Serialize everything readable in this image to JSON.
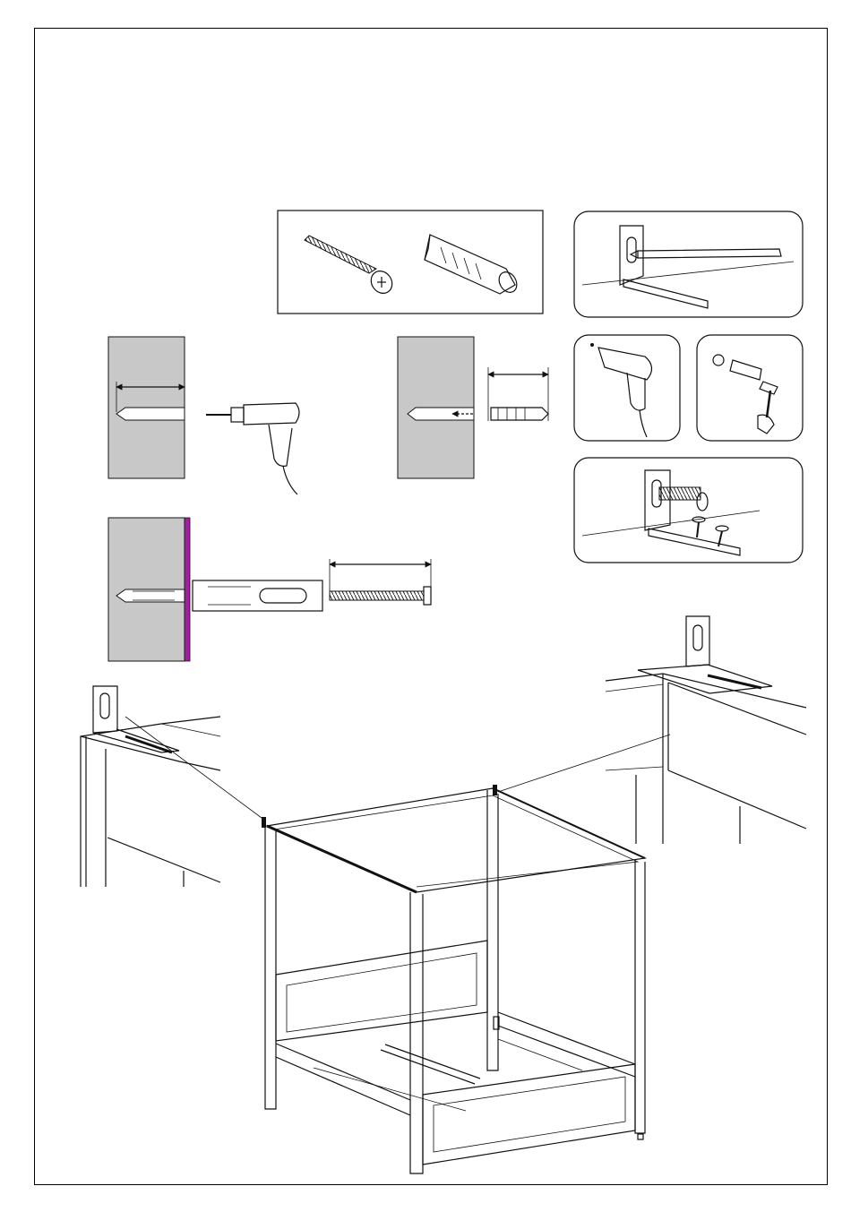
{
  "page": {
    "kind": "assembly-instruction-sheet",
    "text_content": []
  },
  "hardware_box": {
    "items": [
      "screw",
      "wall-plug"
    ]
  },
  "steps": [
    {
      "name": "measure-drill-depth",
      "tool": "drill"
    },
    {
      "name": "insert-plug-measure",
      "tool": "none"
    },
    {
      "name": "mark-hole",
      "tool": "pencil"
    },
    {
      "name": "drill-hole",
      "tool": "drill"
    },
    {
      "name": "hammer-plug",
      "tool": "hammer"
    },
    {
      "name": "screw-bracket",
      "tool": "screwdriver"
    },
    {
      "name": "fix-bracket-to-wall",
      "tool": "screw"
    }
  ],
  "colors": {
    "wall": "#c8c8c8",
    "panel_edge": "#a020a0",
    "ink": "#111111"
  }
}
